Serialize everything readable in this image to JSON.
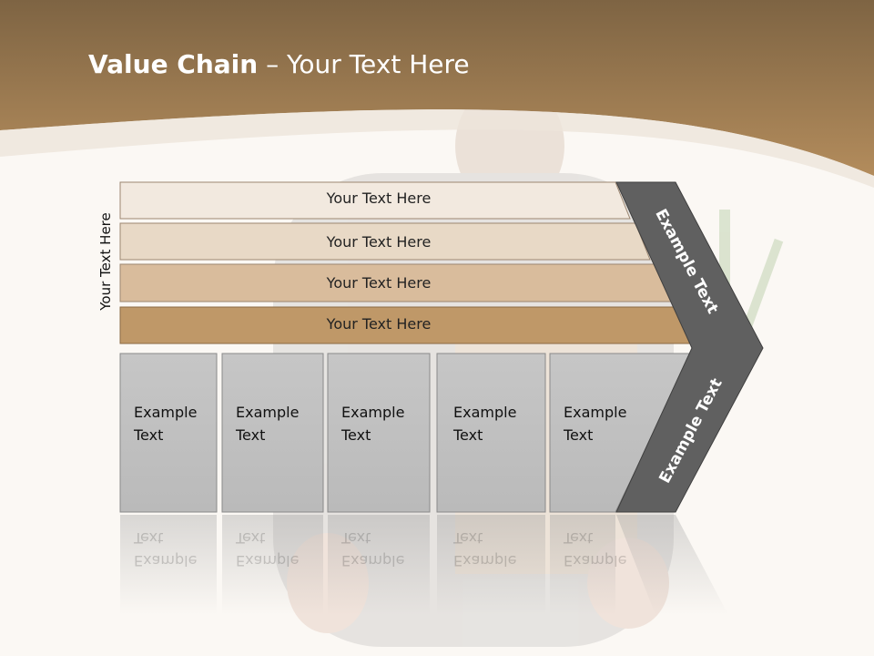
{
  "title": {
    "bold": "Value Chain",
    "rest": " – Your Text Here"
  },
  "side_label": "Your Text Here",
  "rows": [
    {
      "label": "Your Text Here",
      "color": "#f2e9df"
    },
    {
      "label": "Your Text Here",
      "color": "#e8d9c6"
    },
    {
      "label": "Your Text Here",
      "color": "#d9bc9c"
    },
    {
      "label": "Your Text Here",
      "color": "#bf9868"
    }
  ],
  "boxes": [
    {
      "line1": "Example",
      "line2": "Text"
    },
    {
      "line1": "Example",
      "line2": "Text"
    },
    {
      "line1": "Example",
      "line2": "Text"
    },
    {
      "line1": "Example",
      "line2": "Text"
    },
    {
      "line1": "Example",
      "line2": "Text"
    }
  ],
  "chevron": {
    "upper": "Example Text",
    "lower": "Example Text"
  },
  "colors": {
    "header_brown": "#a88252",
    "box_gray": "#c0c0c0",
    "chevron_gray": "#606060"
  }
}
